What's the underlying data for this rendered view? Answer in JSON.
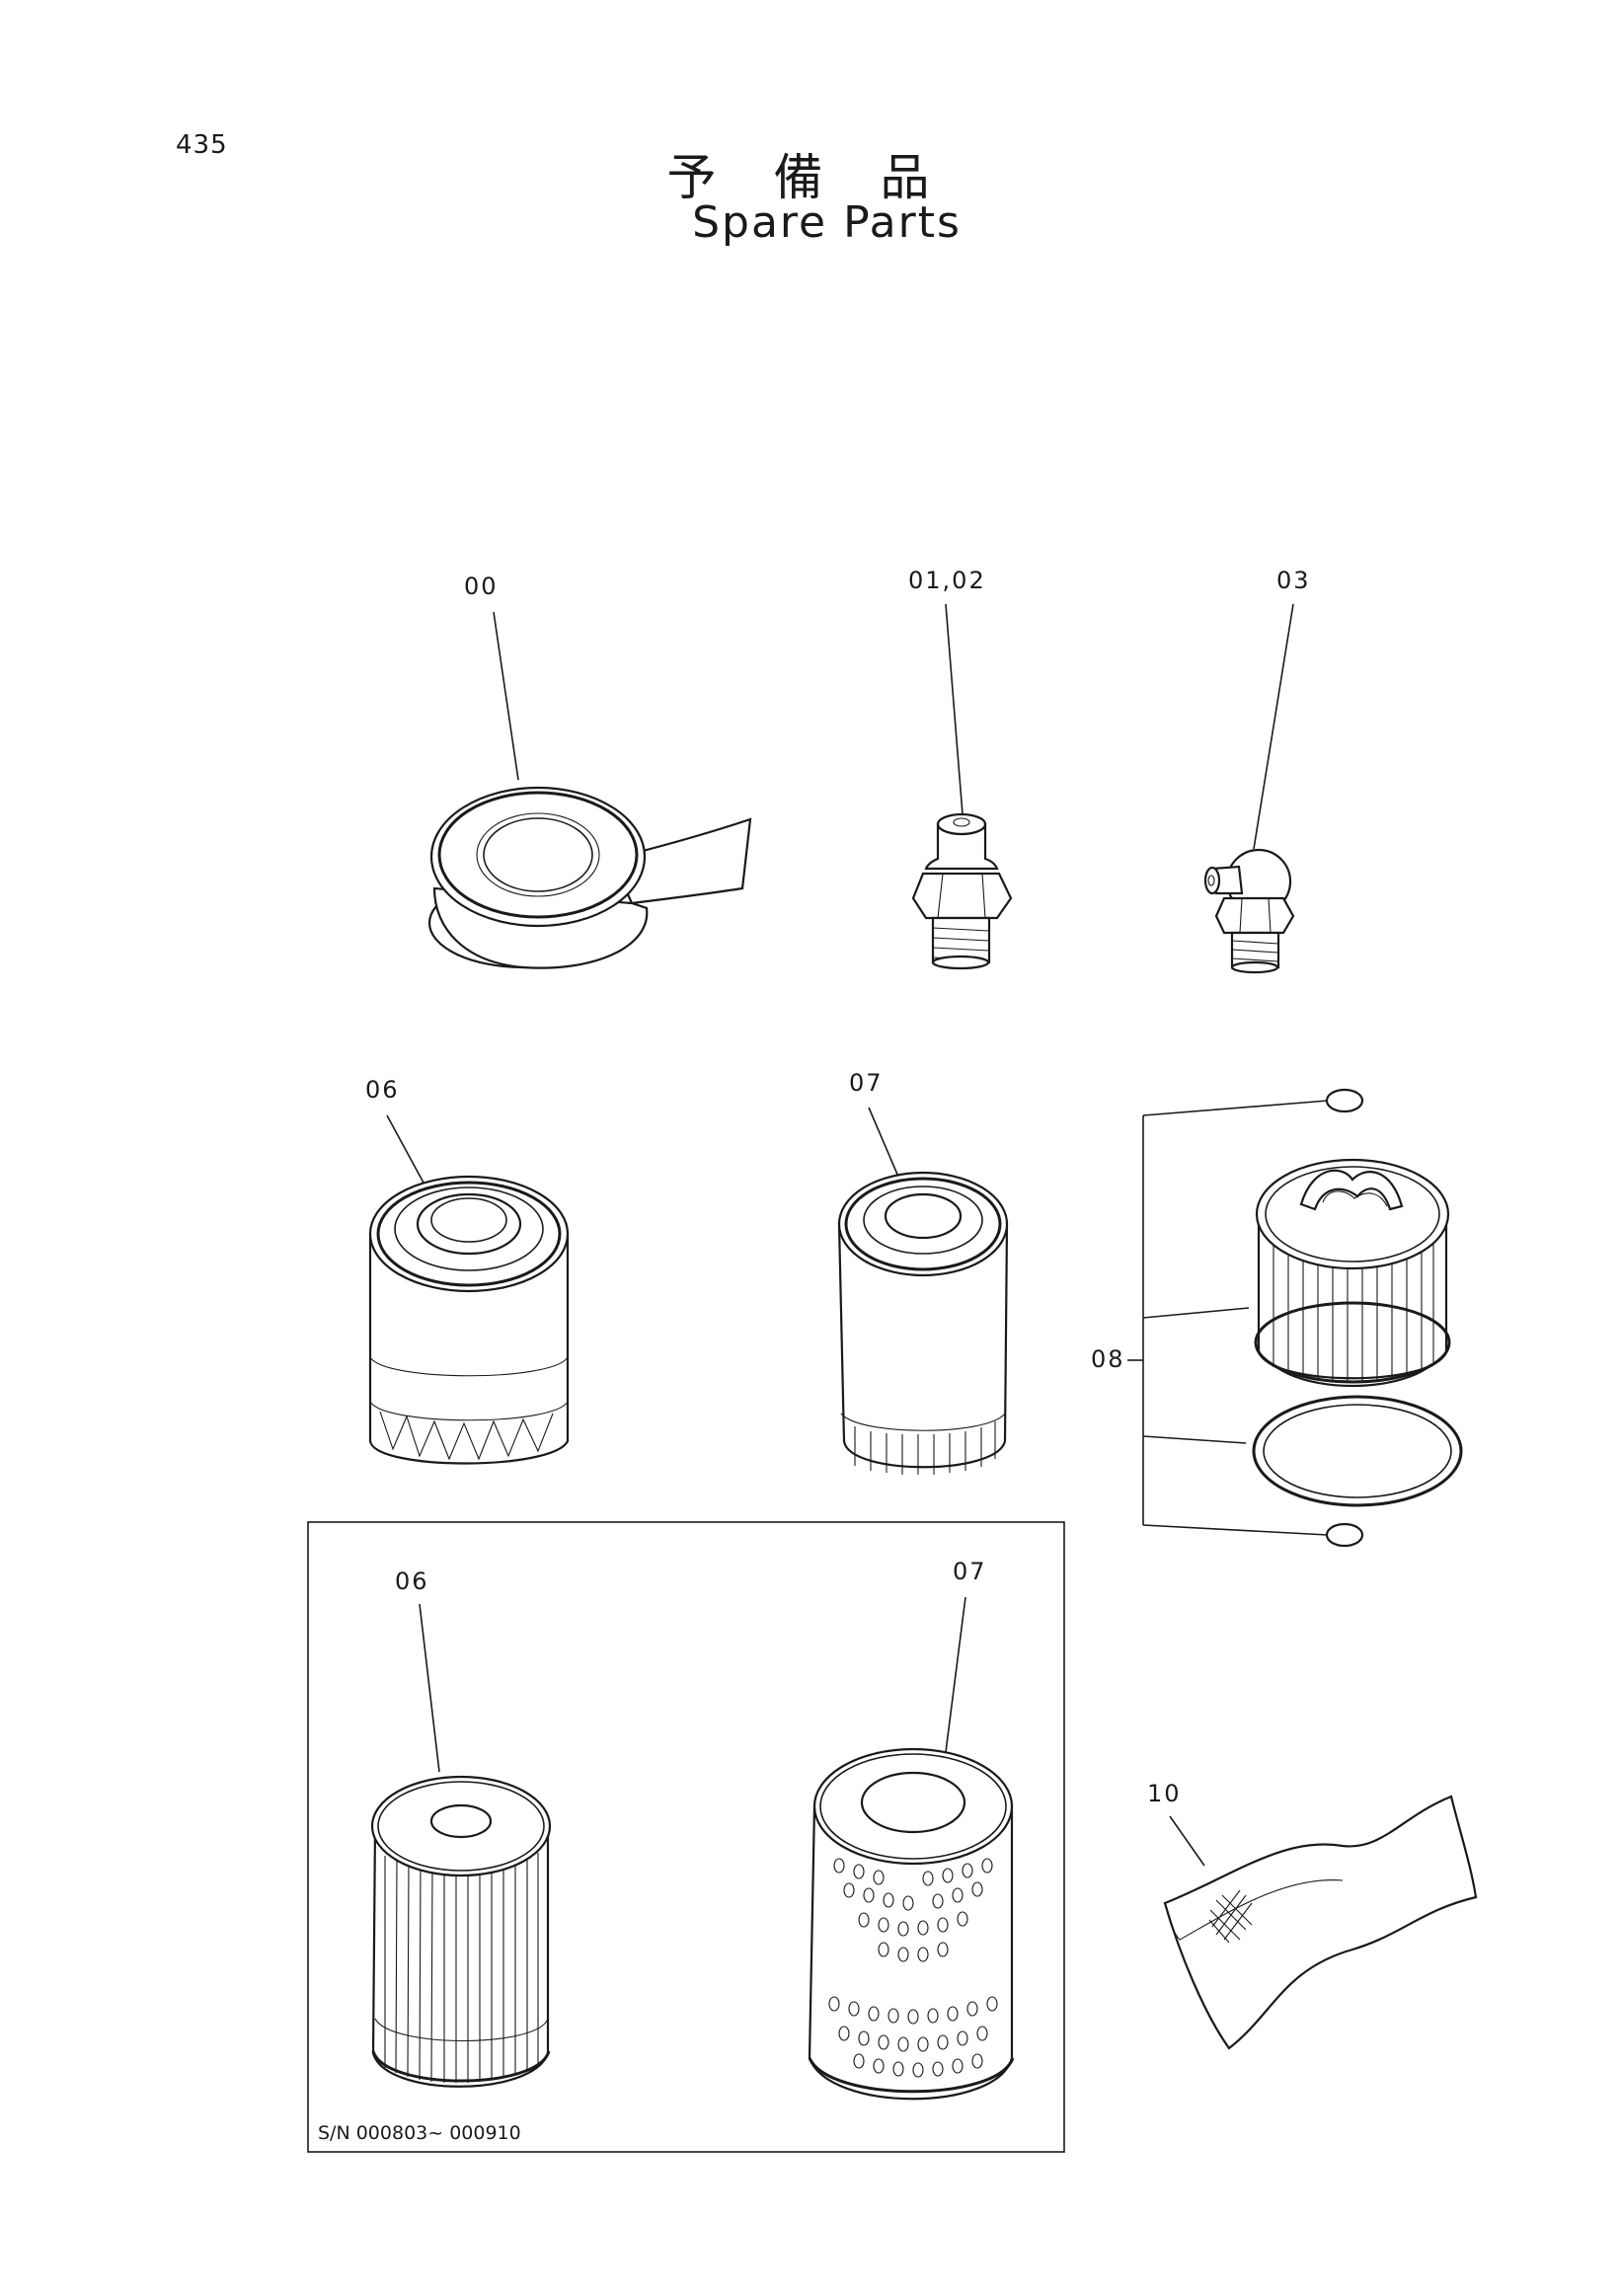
{
  "page": {
    "number": "435",
    "title_jp": "予備品",
    "title_en": "Spare Parts"
  },
  "parts": {
    "p00": {
      "label": "00",
      "icon": "seal-tape-roll-icon"
    },
    "p01_02": {
      "label": "01,02",
      "icon": "grease-nipple-straight-icon"
    },
    "p03": {
      "label": "03",
      "icon": "grease-nipple-angled-icon"
    },
    "p06_top": {
      "label": "06",
      "icon": "spin-on-filter-icon"
    },
    "p07_top": {
      "label": "07",
      "icon": "spin-on-filter-icon"
    },
    "p08": {
      "label": "08",
      "icon": "filter-element-with-orings-icon"
    },
    "p06_box": {
      "label": "06",
      "icon": "pleated-filter-element-icon"
    },
    "p07_box": {
      "label": "07",
      "icon": "perforated-filter-element-icon"
    },
    "p10": {
      "label": "10",
      "icon": "filter-cloth-sheet-icon"
    }
  },
  "serial_box": {
    "serial": "S/N  000803~ 000910"
  }
}
